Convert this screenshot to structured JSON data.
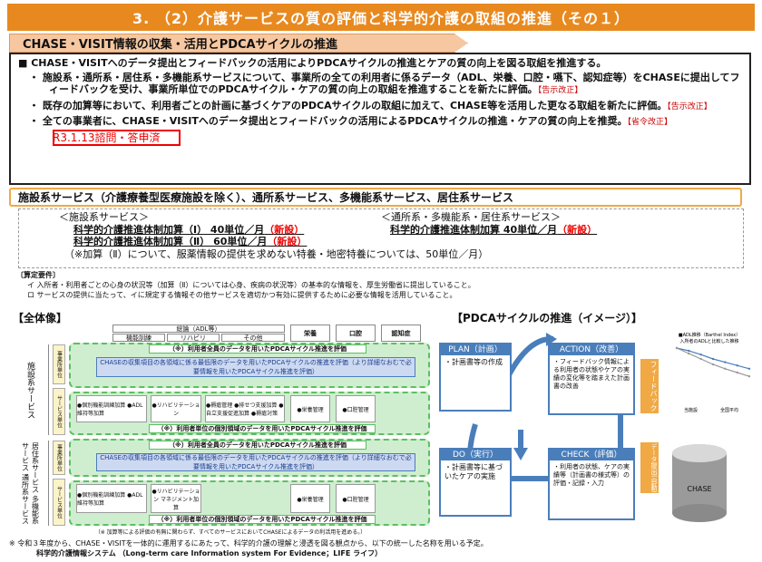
{
  "title": "3. （2）介護サービスの質の評価と科学的介護の取組の推進（その１）",
  "section": "CHASE・VISIT情報の収集・活用とPDCAサイクルの推進",
  "lead": "■ CHASE・VISITへのデータ提出とフィードバックの活用によりPDCAサイクルの推進とケアの質の向上を図る取組を推進する。",
  "bullets": [
    {
      "text": "・ 施設系・通所系・居住系・多機能系サービスについて、事業所の全ての利用者に係るデータ（ADL、栄養、口腔・嚥下、認知症等）をCHASEに提出してフィードバックを受け、事業所単位でのPDCAサイクル・ケアの質の向上の取組を推進することを新たに評価。",
      "note": "【告示改正】"
    },
    {
      "text": "・ 既存の加算等において、利用者ごとの計画に基づくケアのPDCAサイクルの取組に加えて、CHASE等を活用した更なる取組を新たに評価。",
      "note": "【告示改正】"
    },
    {
      "text": "・ 全ての事業者に、CHASE・VISITへのデータ提出とフィードバックの活用によるPDCAサイクルの推進・ケアの質の向上を推奨。",
      "note": "【省令改正】"
    }
  ],
  "stamp": "R3.1.13諮問・答申済",
  "service_bar": "施設系サービス（介護療養型医療施設を除く）、通所系サービス、多機能系サービス、居住系サービス",
  "addons": {
    "facility_head": "＜施設系サービス＞",
    "facility_1": "科学的介護推進体制加算（Ⅰ） 40単位／月",
    "facility_2": "科学的介護推進体制加算（Ⅱ） 60単位／月",
    "day_head": "＜通所系・多機能系・居住系サービス＞",
    "day_1": "科学的介護推進体制加算 40単位／月",
    "new": "（新設）",
    "note": "（※加算（Ⅱ）について、服薬情報の提供を求めない特養・地密特養については、50単位／月）"
  },
  "requirements": {
    "head": "〔算定要件〕",
    "i": "イ 入所者・利用者ごとの心身の状況等（加算（Ⅱ）については心身、疾病の状況等）の基本的な情報を、厚生労働省に提出していること。",
    "ro": "ロ サービスの提供に当たって、イに規定する情報その他サービスを適切かつ有効に提供するために必要な情報を活用していること。"
  },
  "whole_label": "【全体像】",
  "pdca_label": "【PDCAサイクルの推進（イメージ）】",
  "diagram": {
    "top_general": "総論（ADL等）",
    "cols": [
      "機能訓練",
      "リハビリ",
      "その他",
      "栄養",
      "口腔",
      "認知症"
    ],
    "row_facility": "施設系サービス",
    "row_day": "居住系サービス 多機能系サービス 通所系サービス",
    "unit_office": "事業所単位",
    "unit_service": "サービス単位",
    "pdca_all": "（※）利用者全員のデータを用いたPDCAサイクル推進を評価",
    "chase_bar": "CHASEの収集項目の各領域に係る最低限のデータを用いたPDCAサイクルの推進を評価（より詳細なおむで必要情報を用いたPDCAサイクル推進を評価）",
    "pdca_individual": "（※）利用者単位の個別領域のデータを用いたPDCAサイクル推進を評価",
    "f_items1": "●個別機能訓練加算 ●ADL維持等加算",
    "f_items2": "●リハビリテーション",
    "f_items3": "●褥瘡管理 ●排せつ支援加算 ●自立支援促進加算 ●褥瘡対策",
    "f_items4": "●栄養管理",
    "f_items5": "●口腔管理",
    "d_items1": "●個別機能訓練加算 ●ADL維持等加算",
    "d_items2": "●リハビリテーション マネジメント加算",
    "d_items4": "●栄養管理",
    "d_items5": "●口腔管理",
    "footer_note": "（※ 加算等による評価の有無に関わらず、すべてのサービスにおいてCHASEによるデータの利活用を進める。）"
  },
  "pdca": {
    "plan_h": "PLAN（計画）",
    "plan_b": "・計画書等の作成",
    "action_h": "ACTION（改善）",
    "action_b": "・フィードバック情報による利用者の状態やケアの実績の変化等を踏まえた計画書の改善",
    "do_h": "DO（実行）",
    "do_b": "・計画書等に基づいたケアの実施",
    "check_h": "CHECK（評価）",
    "check_b": "・利用者の状態、ケアの実績等（計画書の様式等）の評価・記録・入力",
    "feedback": "フィードバック",
    "data_submit": "データ提出(自動)",
    "db_label": "CHASE",
    "mini_chart_title": "■ADL推移（Barthel Index）",
    "mini_chart_sub": "入所者のADLと比較した推移",
    "mini_legend1": "当施設",
    "mini_legend2": "全国平均"
  },
  "chart_data": {
    "type": "line",
    "title": "",
    "series": [
      {
        "values": [
          100,
          95,
          88,
          80,
          74,
          68,
          62
        ]
      },
      {
        "values": [
          100,
          90,
          80,
          70,
          62,
          55,
          48
        ]
      }
    ],
    "ylim": [
      0,
      100
    ]
  },
  "footnote1": "※ 令和３年度から、CHASE・VISITを一体的に運用するにあたって、科学的介護の理解と浸透を図る観点から、以下の統一した名称を用いる予定。",
  "footnote2": "科学的介護情報システム （Long-term care Information system For Evidence；LIFE ライフ）",
  "colors": {
    "orange": "#e8891f",
    "green": "#5cbf62",
    "blue": "#4a7ebb"
  }
}
